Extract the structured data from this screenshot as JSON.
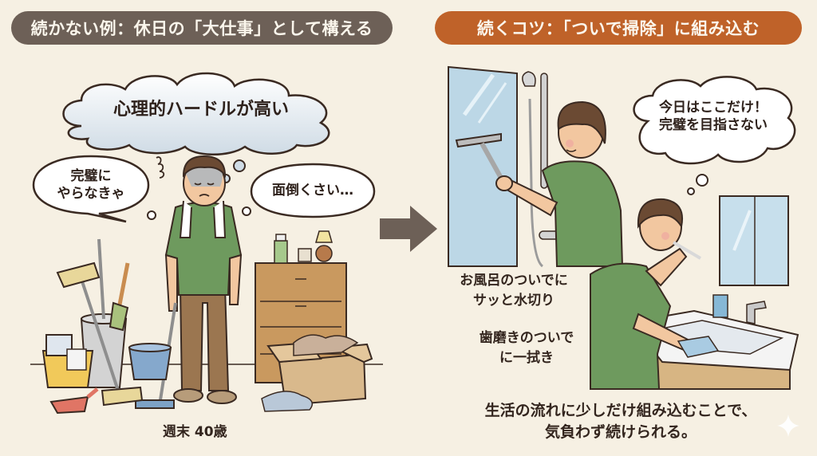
{
  "left_panel": {
    "header": "続かない例：休日の「大仕事」として構える",
    "header_color": "#6d6057",
    "cloud_text": "心理的ハードルが高い",
    "bubble_left": [
      "完璧に",
      "やらなきゃ"
    ],
    "bubble_right": "面倒くさい…",
    "caption": "週末 40歳",
    "illustration": "tired-man-with-cleaning-tools"
  },
  "arrow": {
    "icon": "right-arrow-icon",
    "color": "#6d6057"
  },
  "right_panel": {
    "header": "続くコツ：「ついで掃除」に組み込む",
    "header_color": "#bf6229",
    "thought_cloud": [
      "今日はここだけ！",
      "完璧を目指さない"
    ],
    "caption_bath": [
      "お風呂のついでに",
      "サッと水切り"
    ],
    "caption_teeth": [
      "歯磨きのついで",
      "に一拭き"
    ],
    "summary": [
      "生活の流れに少しだけ組み込むことで、",
      "気負わず続けられる。"
    ],
    "illustrations": [
      "man-squeegee-shower",
      "man-brushing-teeth-wiping-sink"
    ]
  },
  "decorations": {
    "sparkle_icon": "sparkle-icon"
  }
}
